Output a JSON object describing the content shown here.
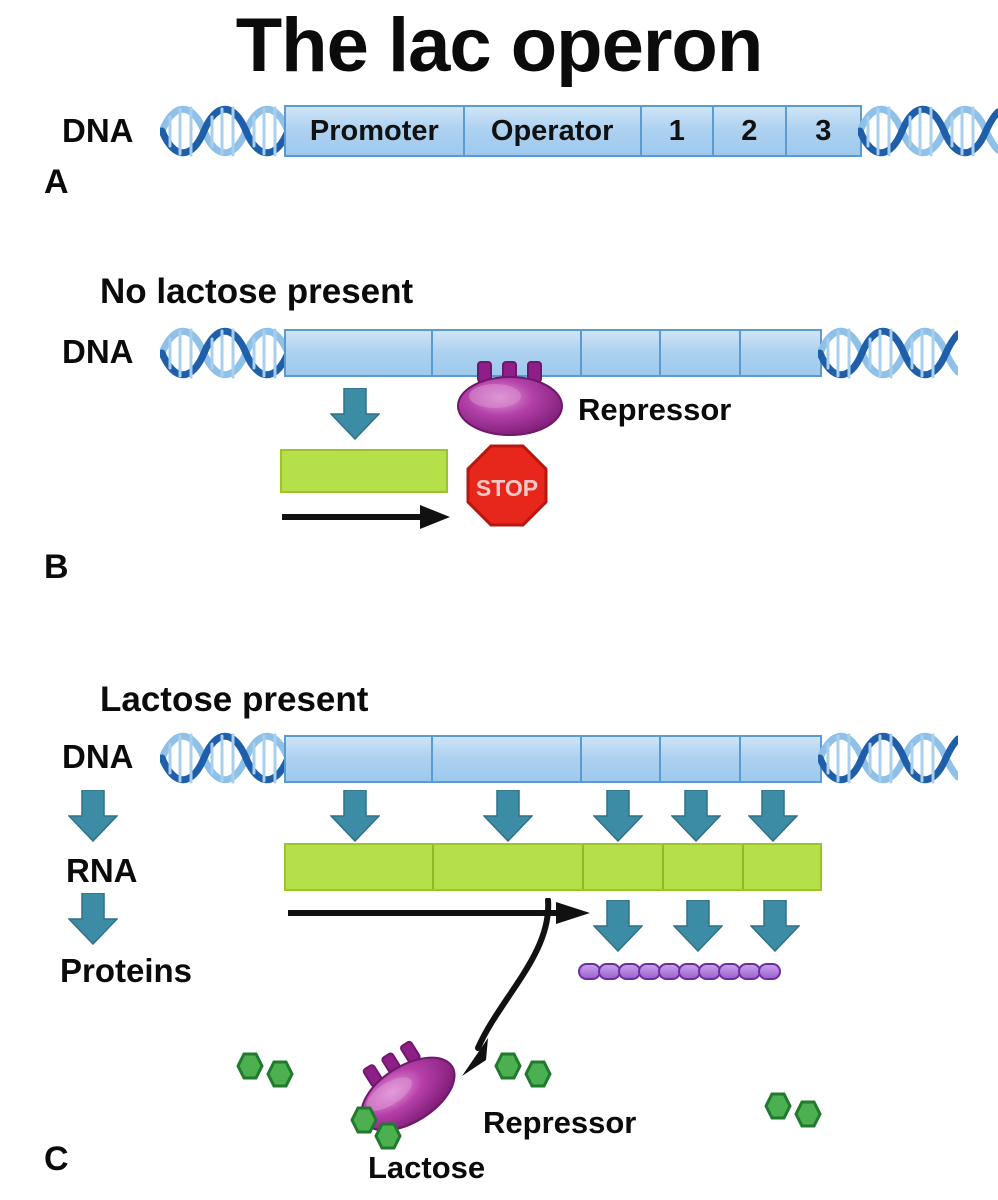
{
  "figure": {
    "title": "The lac operon",
    "background_color": "#ffffff"
  },
  "colors": {
    "dna_fill": "#aed2f0",
    "dna_stroke": "#5b9bd0",
    "helix_dark": "#1f5fa9",
    "helix_light": "#8fc0e8",
    "rna_fill": "#b5e04a",
    "rna_stroke": "#9ac428",
    "arrow_teal": "#3d8ca6",
    "repressor_purple": "#a7309a",
    "repressor_dark": "#7a1d72",
    "stop_red": "#e8271c",
    "protein_purple": "#9b63d2",
    "lactose_green": "#4caf50",
    "text_black": "#0b0b0b"
  },
  "panels": [
    {
      "id": "A",
      "letter": "A",
      "heading": "",
      "dna_label": "DNA",
      "segments": [
        {
          "label": "Promoter",
          "name": "promoter"
        },
        {
          "label": "Operator",
          "name": "operator"
        },
        {
          "label": "1",
          "name": "gene-1"
        },
        {
          "label": "2",
          "name": "gene-2"
        },
        {
          "label": "3",
          "name": "gene-3"
        }
      ]
    },
    {
      "id": "B",
      "letter": "B",
      "heading": "No lactose present",
      "dna_label": "DNA",
      "repressor_label": "Repressor",
      "stop_label": "STOP",
      "segments": [
        {
          "label": "",
          "name": "promoter"
        },
        {
          "label": "",
          "name": "operator"
        },
        {
          "label": "",
          "name": "gene-1"
        },
        {
          "label": "",
          "name": "gene-2"
        },
        {
          "label": "",
          "name": "gene-3"
        }
      ]
    },
    {
      "id": "C",
      "letter": "C",
      "heading": "Lactose present",
      "dna_label": "DNA",
      "rna_label": "RNA",
      "proteins_label": "Proteins",
      "repressor_label": "Repressor",
      "lactose_label": "Lactose",
      "segments": [
        {
          "label": "",
          "name": "promoter"
        },
        {
          "label": "",
          "name": "operator"
        },
        {
          "label": "",
          "name": "gene-1"
        },
        {
          "label": "",
          "name": "gene-2"
        },
        {
          "label": "",
          "name": "gene-3"
        }
      ],
      "rna_segment_count": 5,
      "protein_bead_count": 10,
      "transcription_arrow_count": 5,
      "translation_arrow_count": 3,
      "lactose_molecule_count": 4
    }
  ]
}
